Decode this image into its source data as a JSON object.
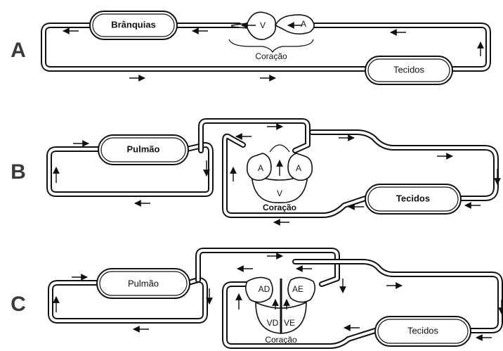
{
  "rows": {
    "a": {
      "letter": "A",
      "organ_label": "Brânquias",
      "tissue_label": "Tecidos",
      "heart_label": "Coração",
      "chambers": [
        "V",
        "A"
      ]
    },
    "b": {
      "letter": "B",
      "organ_label": "Pulmão",
      "tissue_label": "Tecidos",
      "heart_label": "Coração",
      "chambers": [
        "A",
        "A",
        "V"
      ]
    },
    "c": {
      "letter": "C",
      "organ_label": "Pulmão",
      "tissue_label": "Tecidos",
      "heart_label": "Coração",
      "chambers": [
        "AD",
        "AE",
        "VD",
        "VE"
      ]
    }
  },
  "icons": {
    "flow_arrow": "arrow-icon"
  }
}
